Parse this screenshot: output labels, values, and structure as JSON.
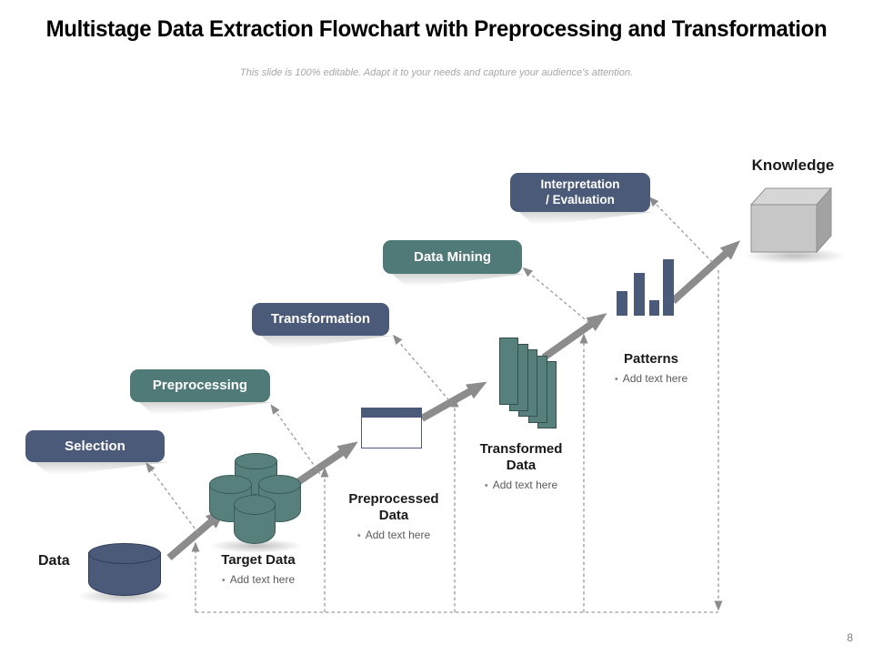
{
  "slide": {
    "title": "Multistage Data Extraction Flowchart with Preprocessing and Transformation",
    "subtitle": "This slide is 100% editable. Adapt it to your needs and capture your audience's attention.",
    "page_number": "8"
  },
  "ui": {
    "bullet": "•"
  },
  "stages": [
    {
      "label": "Selection",
      "color": "#4A5A78"
    },
    {
      "label": "Preprocessing",
      "color": "#4F7A77"
    },
    {
      "label": "Transformation",
      "color": "#4A5A78"
    },
    {
      "label": "Data Mining",
      "color": "#4F7A77"
    },
    {
      "label": "Interpretation / Evaluation",
      "label_line1": "Interpretation",
      "label_line2": "/ Evaluation",
      "color": "#4A5A78"
    }
  ],
  "nodes": [
    {
      "label": "Data",
      "icon": "database-cylinder-icon"
    },
    {
      "label": "Target Data",
      "note": "Add text here",
      "icon": "database-cluster-icon"
    },
    {
      "label": "Preprocessed Data",
      "note": "Add text here",
      "icon": "table-window-icon"
    },
    {
      "label": "Transformed Data",
      "note": "Add text here",
      "icon": "stacked-sheets-icon"
    },
    {
      "label": "Patterns",
      "note": "Add text here",
      "icon": "bar-chart-icon"
    },
    {
      "label": "Knowledge",
      "icon": "cube-icon"
    }
  ],
  "colors": {
    "slate": "#4A5A78",
    "teal": "#4F7A77",
    "teal_icon_fill": "#57807D",
    "big_arrow": "#8C8C8C",
    "dashed_line": "#9C9C9C",
    "cube_front": "#C7C7C7",
    "note_text": "#5B5B5B",
    "subtitle_text": "#A6A6A6"
  }
}
